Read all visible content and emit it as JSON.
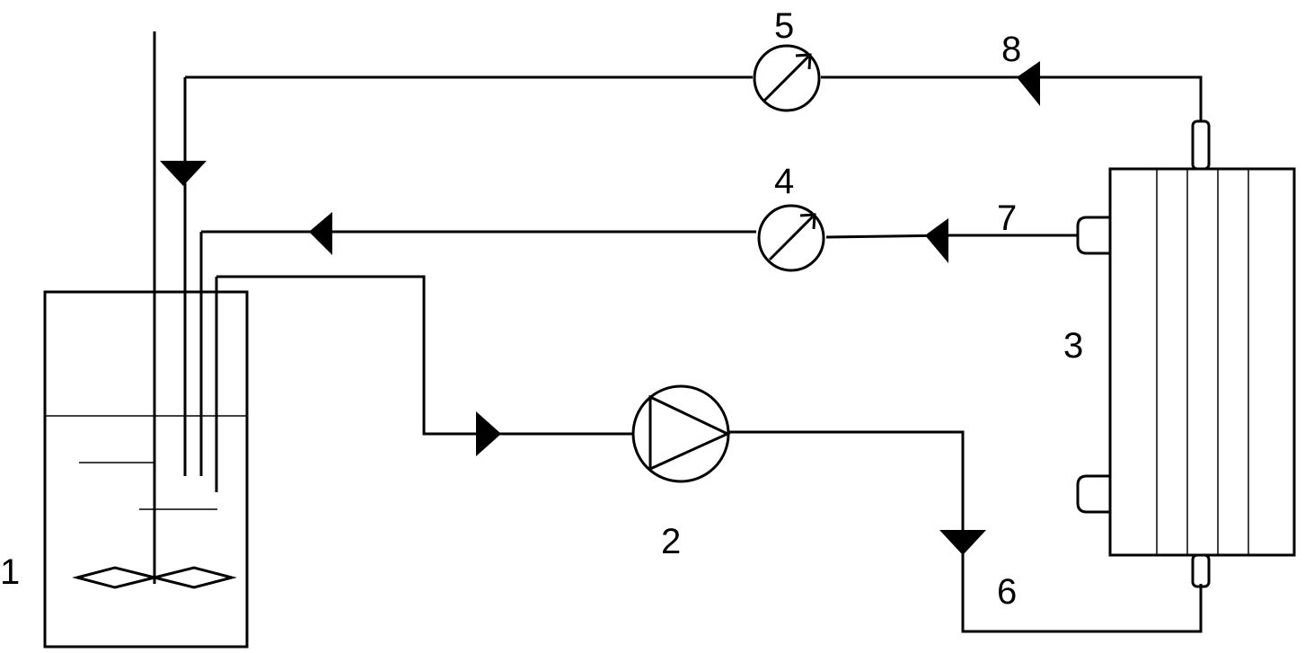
{
  "labels": {
    "tank": "1",
    "pump": "2",
    "membrane_module": "3",
    "gauge_permeate": "4",
    "gauge_retentate": "5",
    "line_feed": "6",
    "line_permeate": "7",
    "line_retentate": "8"
  },
  "colors": {
    "stroke": "#000000",
    "background": "#ffffff"
  }
}
